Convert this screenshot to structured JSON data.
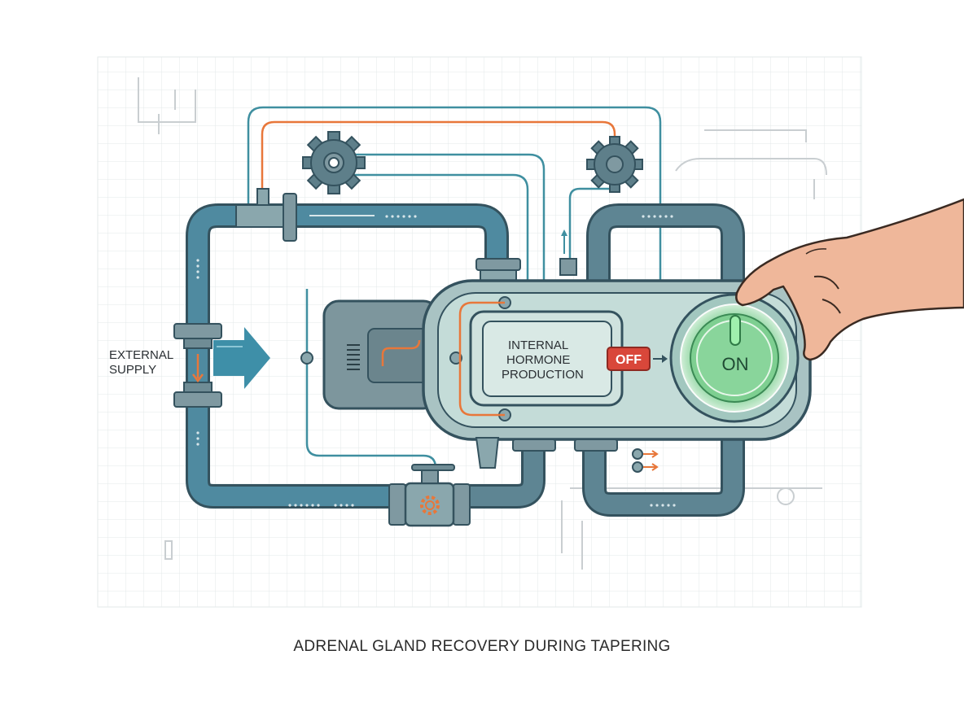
{
  "diagram": {
    "external_supply_line1": "EXTERNAL",
    "external_supply_line2": "SUPPLY",
    "internal_line1": "INTERNAL",
    "internal_line2": "HORMONE",
    "internal_line3": "PRODUCTION",
    "off_label": "OFF",
    "on_label": "ON",
    "caption": "ADRENAL GLAND RECOVERY DURING TAPERING"
  },
  "colors": {
    "pipe": "#4f7d8c",
    "pipe_outline": "#34525e",
    "wire_teal": "#3f8fa0",
    "wire_orange": "#e8773a",
    "off_badge": "#d9473a",
    "on_glow": "#6fcf86",
    "tank": "#b7d3cf"
  }
}
